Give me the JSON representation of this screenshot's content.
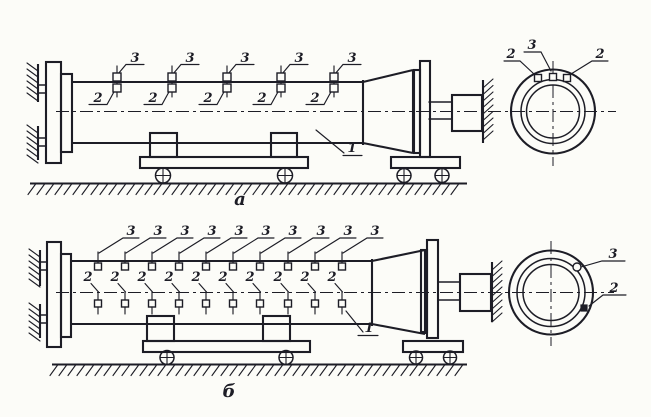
{
  "palette": {
    "ink": "#1d1d26",
    "paper": "#fcfcf8"
  },
  "diagram_a": {
    "caption": "а",
    "body_callout": "1",
    "stations": {
      "top_label": "3",
      "bottom_label": "2",
      "x": [
        117,
        172,
        227,
        281,
        334
      ]
    },
    "end_view": {
      "labels": [
        "2",
        "3",
        "2"
      ]
    }
  },
  "diagram_b": {
    "caption": "б",
    "body_callout": "1",
    "stations": {
      "top_label": "3",
      "bottom_label": "2",
      "x": [
        98,
        125,
        152,
        179,
        206,
        233,
        260,
        288,
        315,
        342
      ]
    },
    "end_view": {
      "labels": [
        "3",
        "2"
      ]
    }
  }
}
